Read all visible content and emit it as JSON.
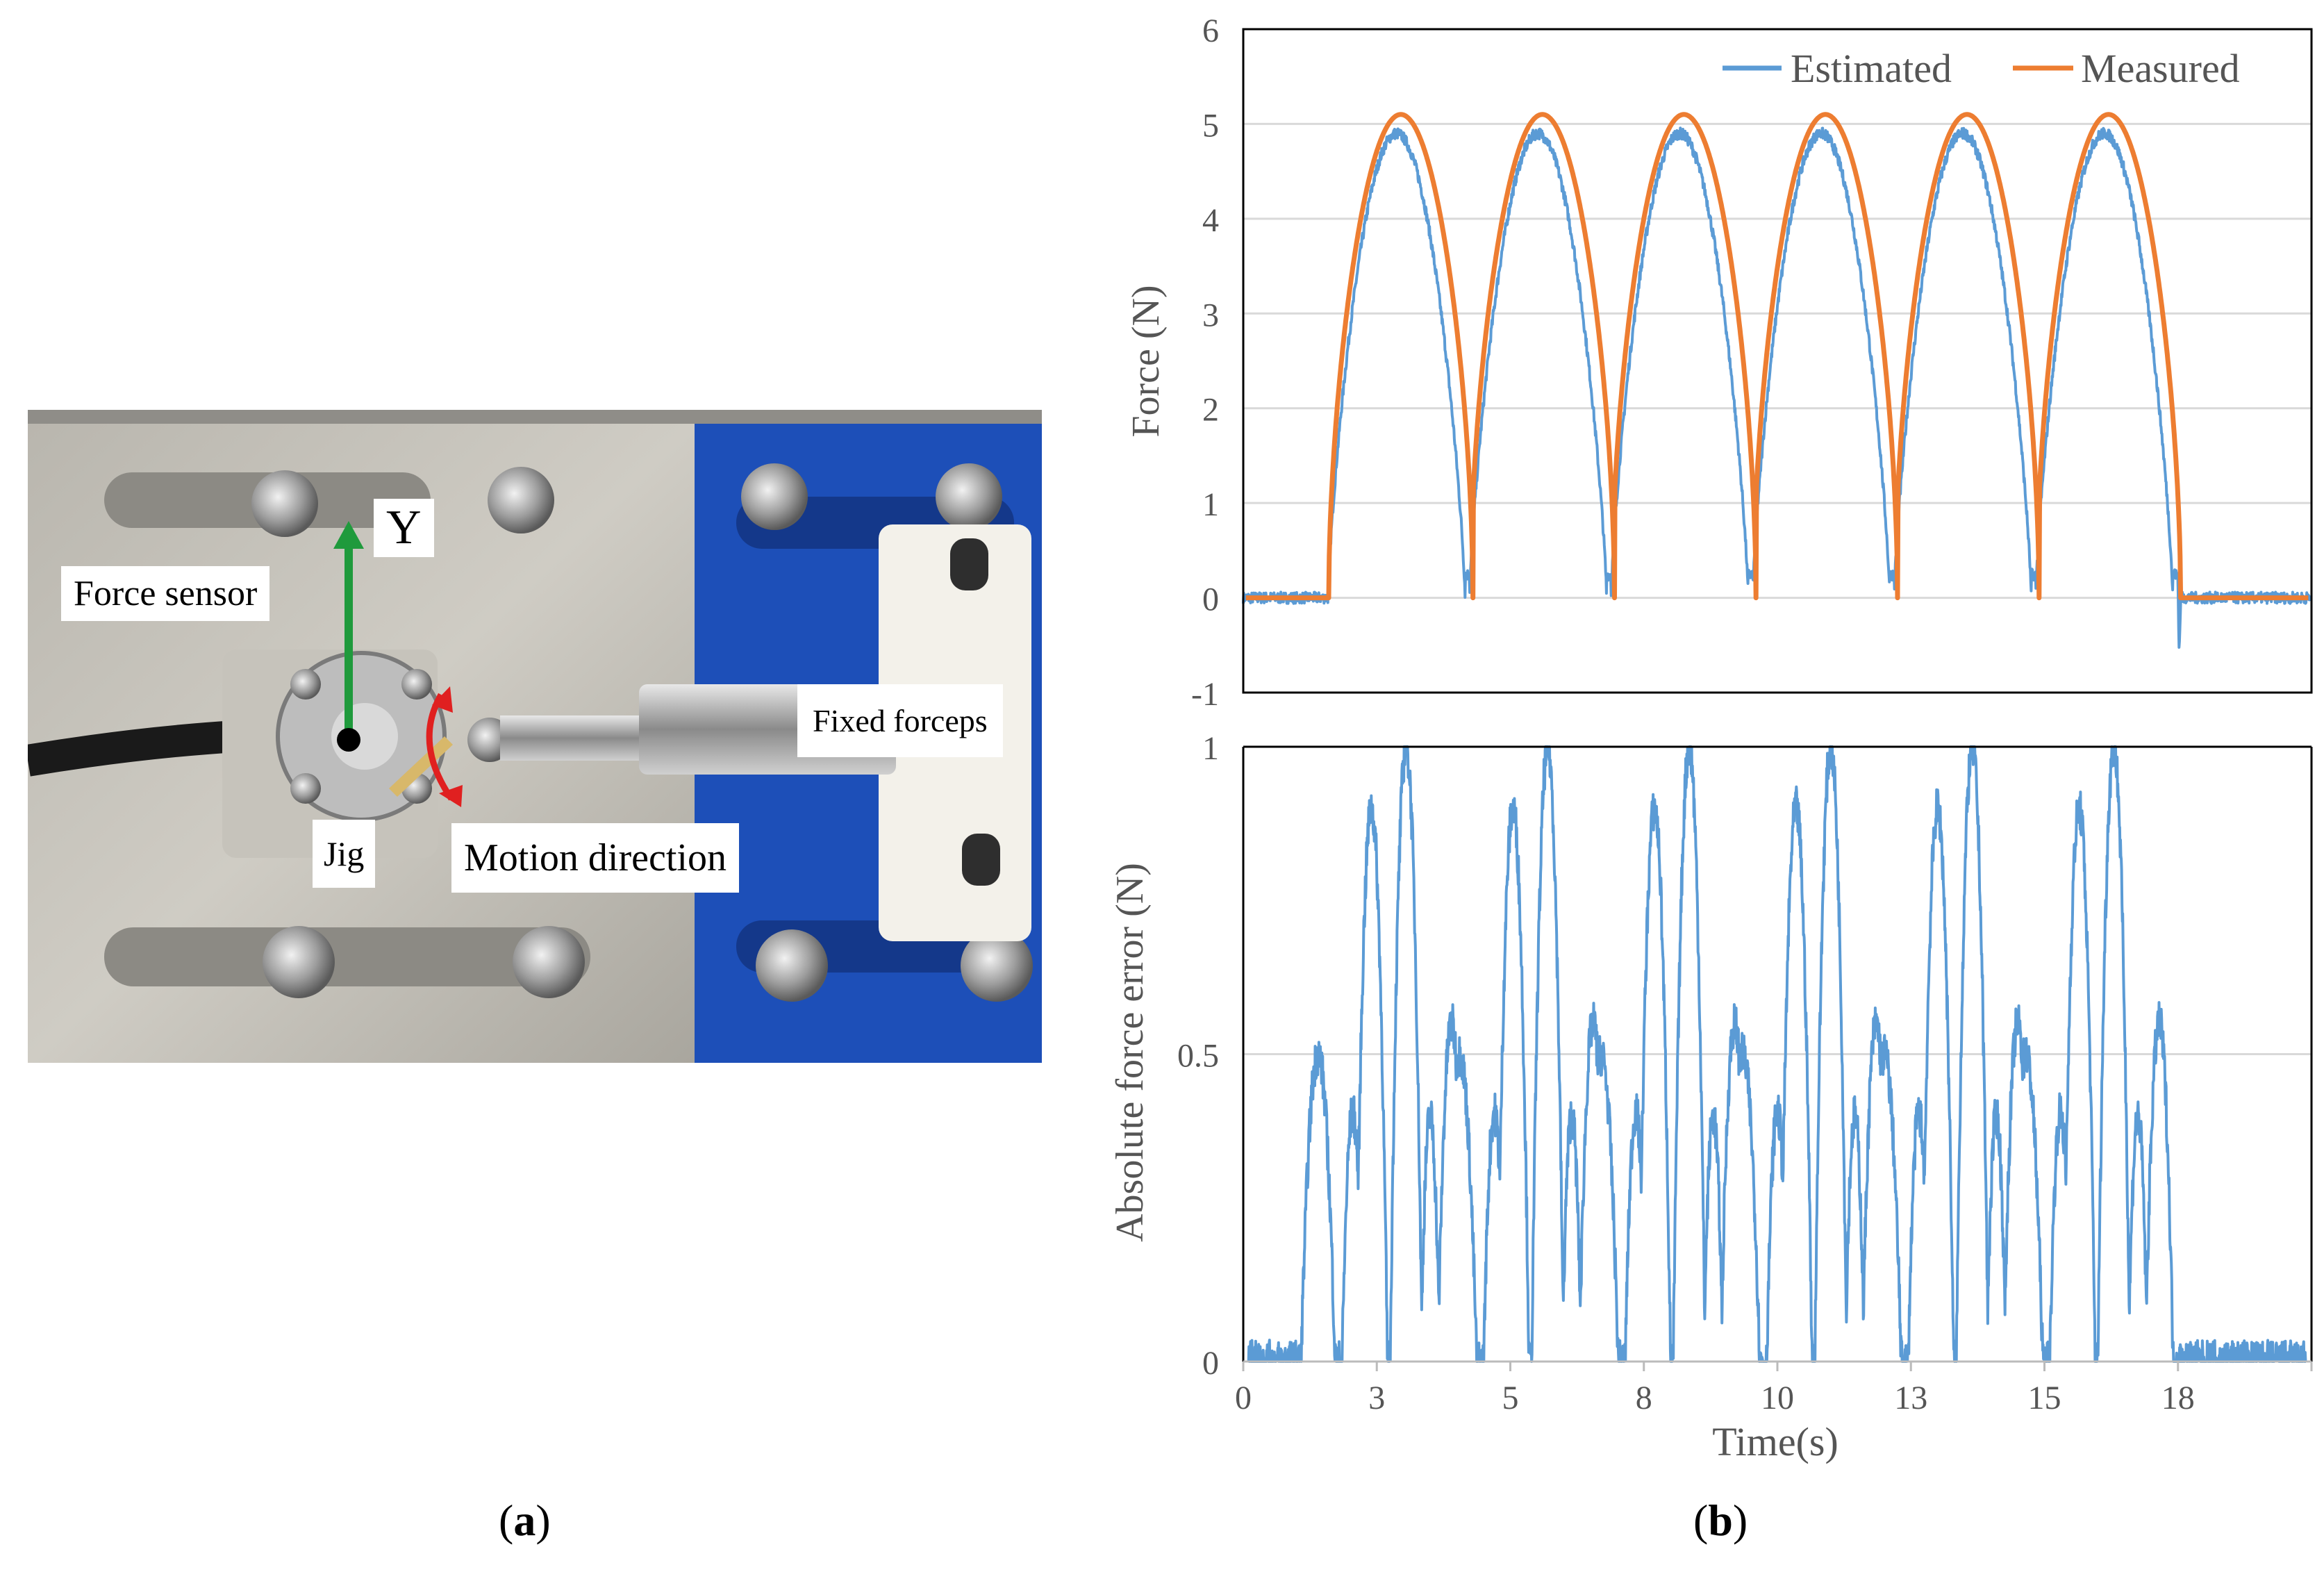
{
  "panel_a": {
    "caption_open": "(",
    "caption_letter": "a",
    "caption_close": ")",
    "labels": {
      "force_sensor": "Force sensor",
      "y_axis": "Y",
      "fixed_forceps": "Fixed forceps",
      "jig": "Jig",
      "motion_direction": "Motion direction"
    },
    "colors": {
      "y_arrow": "#1f9a3c",
      "motion_arrow": "#e02020",
      "blue_block": "#1d4fb8"
    }
  },
  "panel_b": {
    "caption_open": "(",
    "caption_letter": "b",
    "caption_close": ")"
  },
  "chart_data": [
    {
      "type": "line",
      "ylabel": "Force (N)",
      "ylim": [
        -1,
        6
      ],
      "yticks": [
        "-1",
        "0",
        "1",
        "2",
        "3",
        "4",
        "5",
        "6"
      ],
      "xlim": [
        0,
        20
      ],
      "grid": "horizontal",
      "legend_position": "top-right",
      "pulse_centers_s": [
        2.95,
        5.6,
        8.25,
        10.9,
        13.55,
        16.2
      ],
      "series": [
        {
          "name": "Estimated",
          "color": "#5b9bd5",
          "peak": 4.9,
          "baseline_min": -0.5,
          "pre_rise": 0.4,
          "noisy": true
        },
        {
          "name": "Measured",
          "color": "#ed7d31",
          "peak": 5.1,
          "baseline": 0.0,
          "noisy": false
        }
      ]
    },
    {
      "type": "line",
      "ylabel": "Absolute force error (N)",
      "xlabel": "Time(s)",
      "ylim": [
        0,
        1
      ],
      "yticks": [
        "0",
        "0.5",
        "1"
      ],
      "xlim": [
        0,
        20
      ],
      "xtick_values": [
        0,
        2.5,
        5,
        7.5,
        10,
        12.5,
        15,
        17.5
      ],
      "xticks": [
        "0",
        "3",
        "5",
        "8",
        "10",
        "13",
        "15",
        "18"
      ],
      "grid": "horizontal",
      "series": [
        {
          "name": "",
          "color": "#5b9bd5",
          "peaks_per_cycle": [
            0.5,
            0.9,
            1.0,
            0.55,
            0.4
          ],
          "noisy": true
        }
      ]
    }
  ]
}
